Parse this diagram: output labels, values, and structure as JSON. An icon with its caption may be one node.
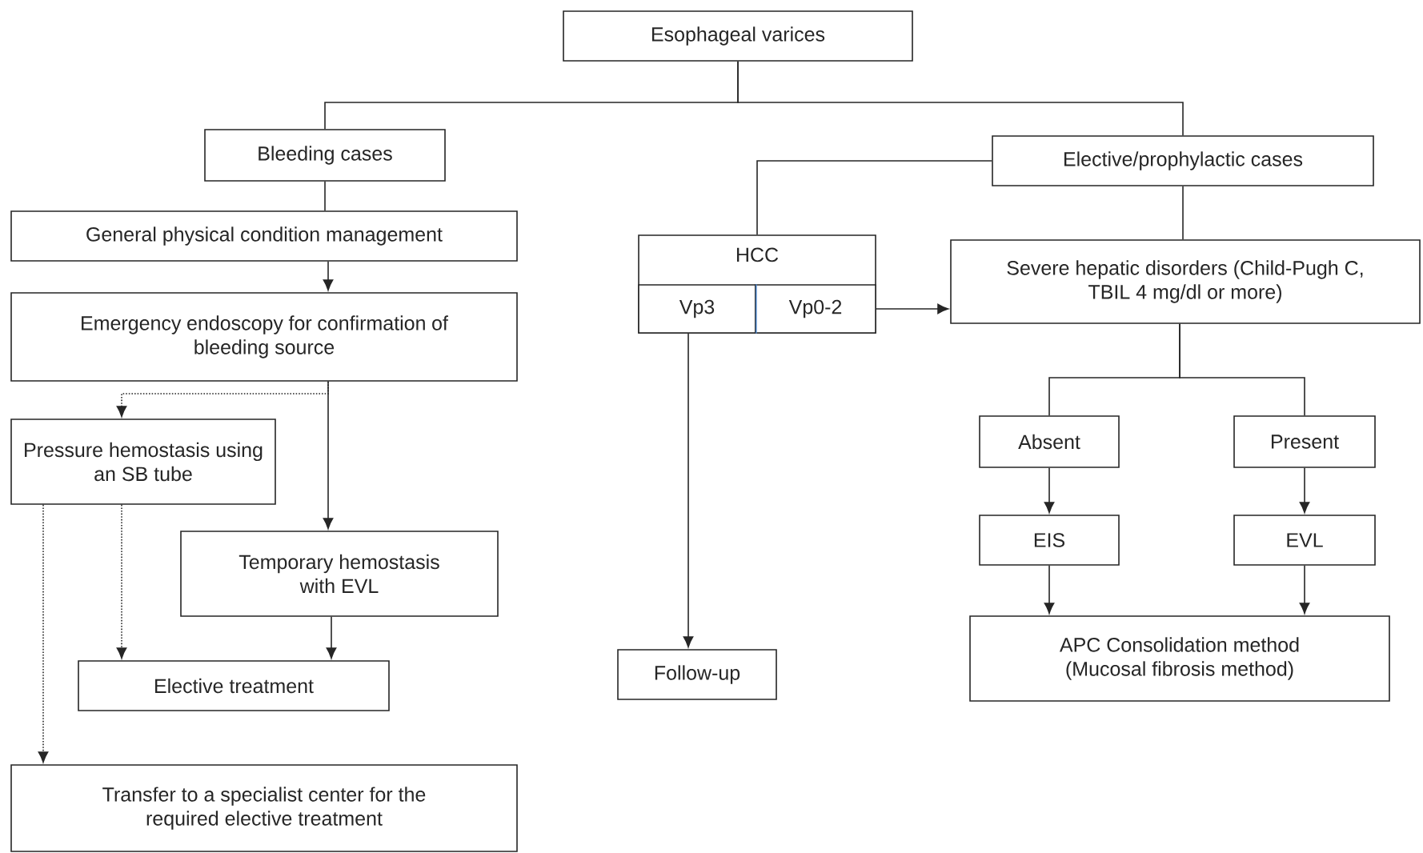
{
  "diagram": {
    "nodes": [
      {
        "text": [
          "Esophageal varices"
        ]
      },
      {
        "text": [
          "Bleeding cases"
        ]
      },
      {
        "text": [
          "Elective/prophylactic cases"
        ]
      },
      {
        "text": [
          "General physical condition management"
        ]
      },
      {
        "text": [
          "Emergency endoscopy for confirmation of bleeding source"
        ]
      },
      {
        "text": [
          "Pressure hemostasis using an SB tube"
        ]
      },
      {
        "text": [
          "Temporary hemostasis with EVL"
        ]
      },
      {
        "text": [
          "Elective treatment"
        ]
      },
      {
        "text": [
          "Transfer to a specialist center for the required elective treatment"
        ]
      },
      {
        "text": [
          "HCC"
        ]
      },
      {
        "text": [
          "Vp3"
        ],
        "in": 9
      },
      {
        "text": [
          "Vp0-2"
        ],
        "in": 9
      },
      {
        "text": [
          "Severe hepatic disorders (Child-Pugh C, TBIL 4 mg/dl or more)"
        ]
      },
      {
        "text": [
          "Absent"
        ]
      },
      {
        "text": [
          "Present"
        ]
      },
      {
        "text": [
          "EIS"
        ]
      },
      {
        "text": [
          "EVL"
        ]
      },
      {
        "text": [
          "APC Consolidation method (Mucosal fibrosis method)"
        ]
      },
      {
        "text": [
          "Follow-up"
        ]
      }
    ],
    "edges": [
      {
        "from": 0,
        "to": 1,
        "arrow": "none"
      },
      {
        "from": 0,
        "to": 2,
        "arrow": "none"
      },
      {
        "from": 1,
        "to": 3,
        "arrow": "none"
      },
      {
        "from": 3,
        "to": 4,
        "arrow": "to"
      },
      {
        "from": 4,
        "to": 5,
        "arrow": "to",
        "style": "dashed"
      },
      {
        "from": 4,
        "to": 6,
        "arrow": "to"
      },
      {
        "from": 5,
        "to": 7,
        "arrow": "to",
        "style": "dashed"
      },
      {
        "from": 5,
        "to": 8,
        "arrow": "to",
        "style": "dashed"
      },
      {
        "from": 6,
        "to": 7,
        "arrow": "to"
      },
      {
        "from": 2,
        "to": 9,
        "arrow": "none"
      },
      {
        "from": 2,
        "to": 12,
        "arrow": "none"
      },
      {
        "from": 11,
        "to": 12,
        "arrow": "to"
      },
      {
        "from": 10,
        "to": 18,
        "arrow": "to"
      },
      {
        "from": 12,
        "to": 13,
        "arrow": "none"
      },
      {
        "from": 12,
        "to": 14,
        "arrow": "none"
      },
      {
        "from": 13,
        "to": 15,
        "arrow": "to"
      },
      {
        "from": 14,
        "to": 16,
        "arrow": "to"
      },
      {
        "from": 15,
        "to": 17,
        "arrow": "to"
      },
      {
        "from": 16,
        "to": 17,
        "arrow": "to"
      }
    ]
  }
}
